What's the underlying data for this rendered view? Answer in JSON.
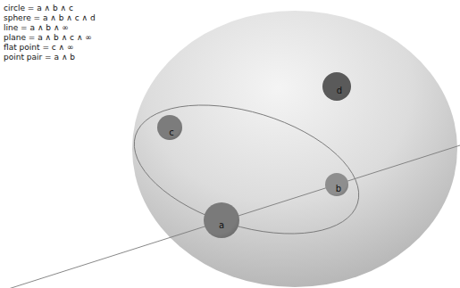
{
  "diagram": {
    "nodes": [
      {
        "text": [
          "d"
        ]
      },
      {
        "text": [
          "c"
        ]
      },
      {
        "text": [
          "b"
        ]
      },
      {
        "text": [
          "a"
        ]
      }
    ],
    "labels": [
      "circle = a ∧ b ∧ c",
      "sphere = a ∧ b ∧ c ∧ d",
      "line = a ∧ b ∧ ∞",
      "plane = a ∧ b ∧ c ∧ ∞",
      "flat point = c ∧ ∞",
      "point pair = a ∧ b"
    ]
  }
}
